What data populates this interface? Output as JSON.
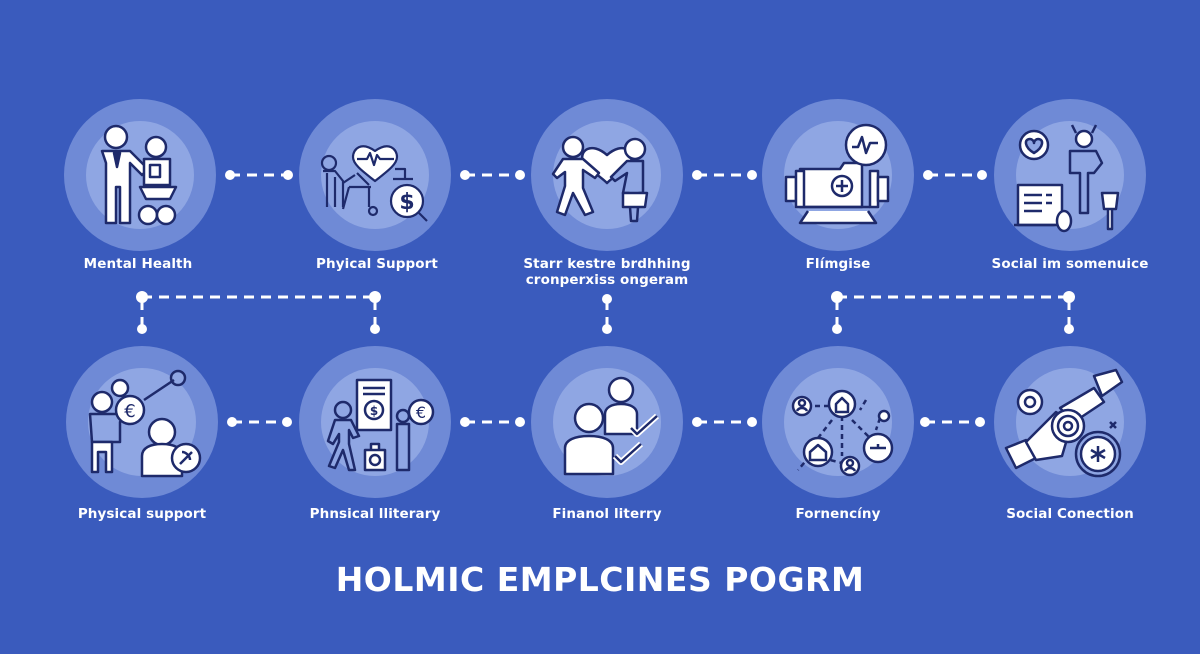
{
  "title": "HOLMIC EMPLCINES POGRM",
  "colors": {
    "background": "#3a5bbd",
    "circle_outer": "#6f8ad6",
    "circle_inner": "#8fa6e3",
    "icon_stroke": "#1e2a6b",
    "icon_fill": "#ffffff",
    "text": "#ffffff"
  },
  "top_row": [
    {
      "label": "Mental Health",
      "icon": "mentor-with-food-basket-icon"
    },
    {
      "label": "Phyical Support",
      "icon": "heart-walker-dollar-icon"
    },
    {
      "label": "Starr kestre brdhhing\ncronperxiss ongeram",
      "label_line1": "Starr kestre brdhhing",
      "label_line2": "cronperxiss ongeram",
      "icon": "couple-with-heart-icon"
    },
    {
      "label": "Flímgise",
      "icon": "fitness-medical-kit-icon"
    },
    {
      "label": "Social im somenuice",
      "icon": "social-community-icon"
    }
  ],
  "bottom_row": [
    {
      "label": "Physical support",
      "icon": "people-euro-support-icon"
    },
    {
      "label": "Phnsical lliterary",
      "icon": "finance-document-icon"
    },
    {
      "label": "Finanol literry",
      "icon": "people-checkmark-icon"
    },
    {
      "label": "Fornencíny",
      "icon": "network-nodes-icon"
    },
    {
      "label": "Social Conection",
      "icon": "handshake-connection-icon"
    }
  ]
}
